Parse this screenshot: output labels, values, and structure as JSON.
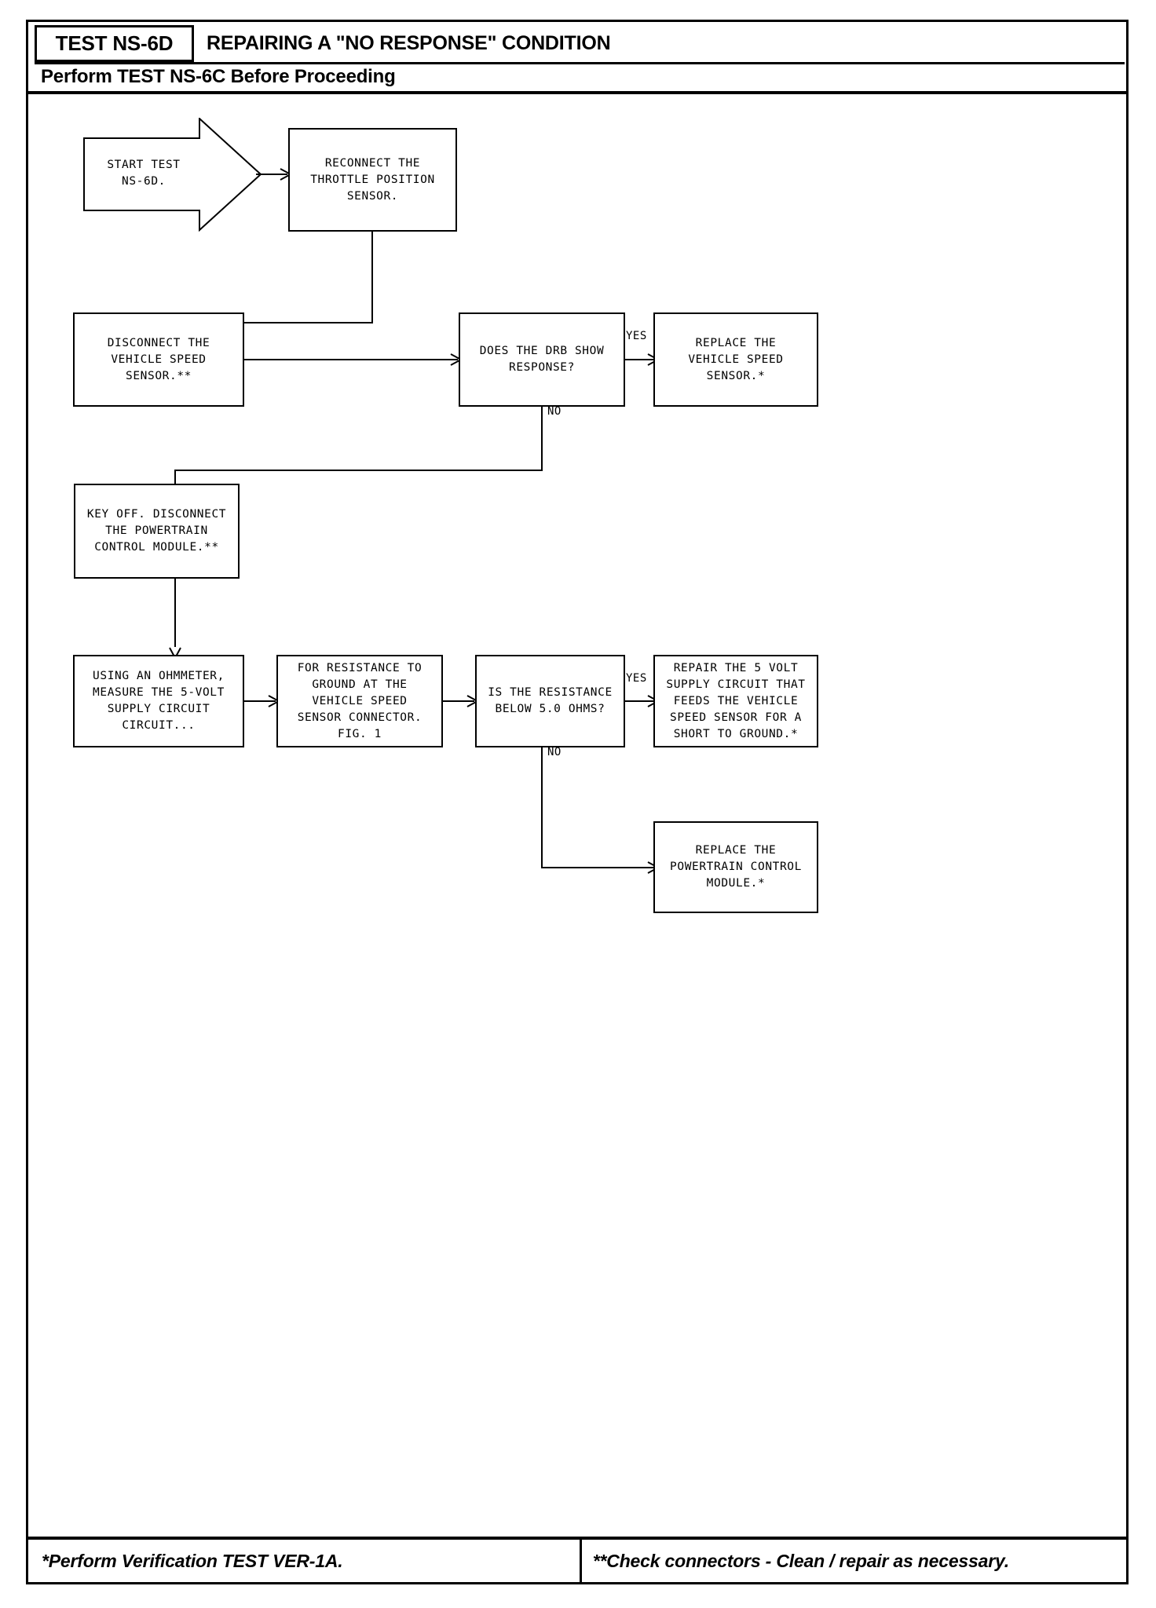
{
  "header": {
    "test_id": "TEST NS-6D",
    "title": "REPAIRING A \"NO RESPONSE\" CONDITION",
    "precondition": "Perform TEST NS-6C Before Proceeding"
  },
  "footer": {
    "left_note": "*Perform Verification TEST VER-1A.",
    "right_note": "**Check connectors - Clean / repair as necessary."
  },
  "flow": {
    "start": {
      "label": "START TEST\nNS-6D."
    },
    "nodes": [
      {
        "id": "reconnect-tps",
        "text": "RECONNECT THE\nTHROTTLE POSITION\nSENSOR."
      },
      {
        "id": "disconnect-vss",
        "text": "DISCONNECT THE\nVEHICLE SPEED\nSENSOR.**"
      },
      {
        "id": "drb-response",
        "text": "DOES THE DRB SHOW\nRESPONSE?"
      },
      {
        "id": "replace-vss",
        "text": "REPLACE THE\nVEHICLE SPEED\nSENSOR.*"
      },
      {
        "id": "key-off-disconnect-pcm",
        "text": "KEY OFF. DISCONNECT\nTHE POWERTRAIN\nCONTROL MODULE.**"
      },
      {
        "id": "using-ohmmeter",
        "text": "USING AN OHMMETER,\nMEASURE THE 5-VOLT\nSUPPLY CIRCUIT\nCIRCUIT..."
      },
      {
        "id": "resistance-to-ground",
        "text": "FOR RESISTANCE TO\nGROUND AT THE\nVEHICLE SPEED\nSENSOR CONNECTOR.\nFIG. 1"
      },
      {
        "id": "resistance-below-5",
        "text": "IS THE RESISTANCE\nBELOW 5.0 OHMS?"
      },
      {
        "id": "repair-5v-circuit",
        "text": "REPAIR THE 5 VOLT\nSUPPLY CIRCUIT THAT\nFEEDS THE VEHICLE\nSPEED SENSOR FOR A\nSHORT TO GROUND.*"
      },
      {
        "id": "replace-pcm",
        "text": "REPLACE THE\nPOWERTRAIN CONTROL\nMODULE.*"
      }
    ],
    "edge_labels": {
      "drb_yes": "YES",
      "drb_no": "NO",
      "resistance_yes": "YES",
      "resistance_no": "NO"
    }
  },
  "colors": {
    "ink": "#000000",
    "paper": "#ffffff"
  }
}
